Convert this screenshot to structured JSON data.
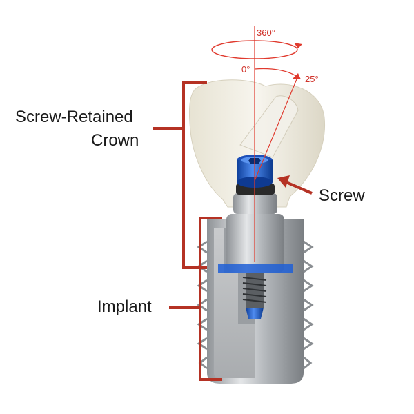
{
  "labels": {
    "crown_line1": "Screw-Retained",
    "crown_line2": "Crown",
    "implant": "Implant",
    "screw": "Screw"
  },
  "angles": {
    "full_rotation": "360°",
    "vertical": "0°",
    "angulation": "25°"
  },
  "colors": {
    "accent": "#c0392b",
    "screw_blue": "#1f5fd6",
    "titanium": "#b8bcc0",
    "crown": "#ece8dc"
  }
}
